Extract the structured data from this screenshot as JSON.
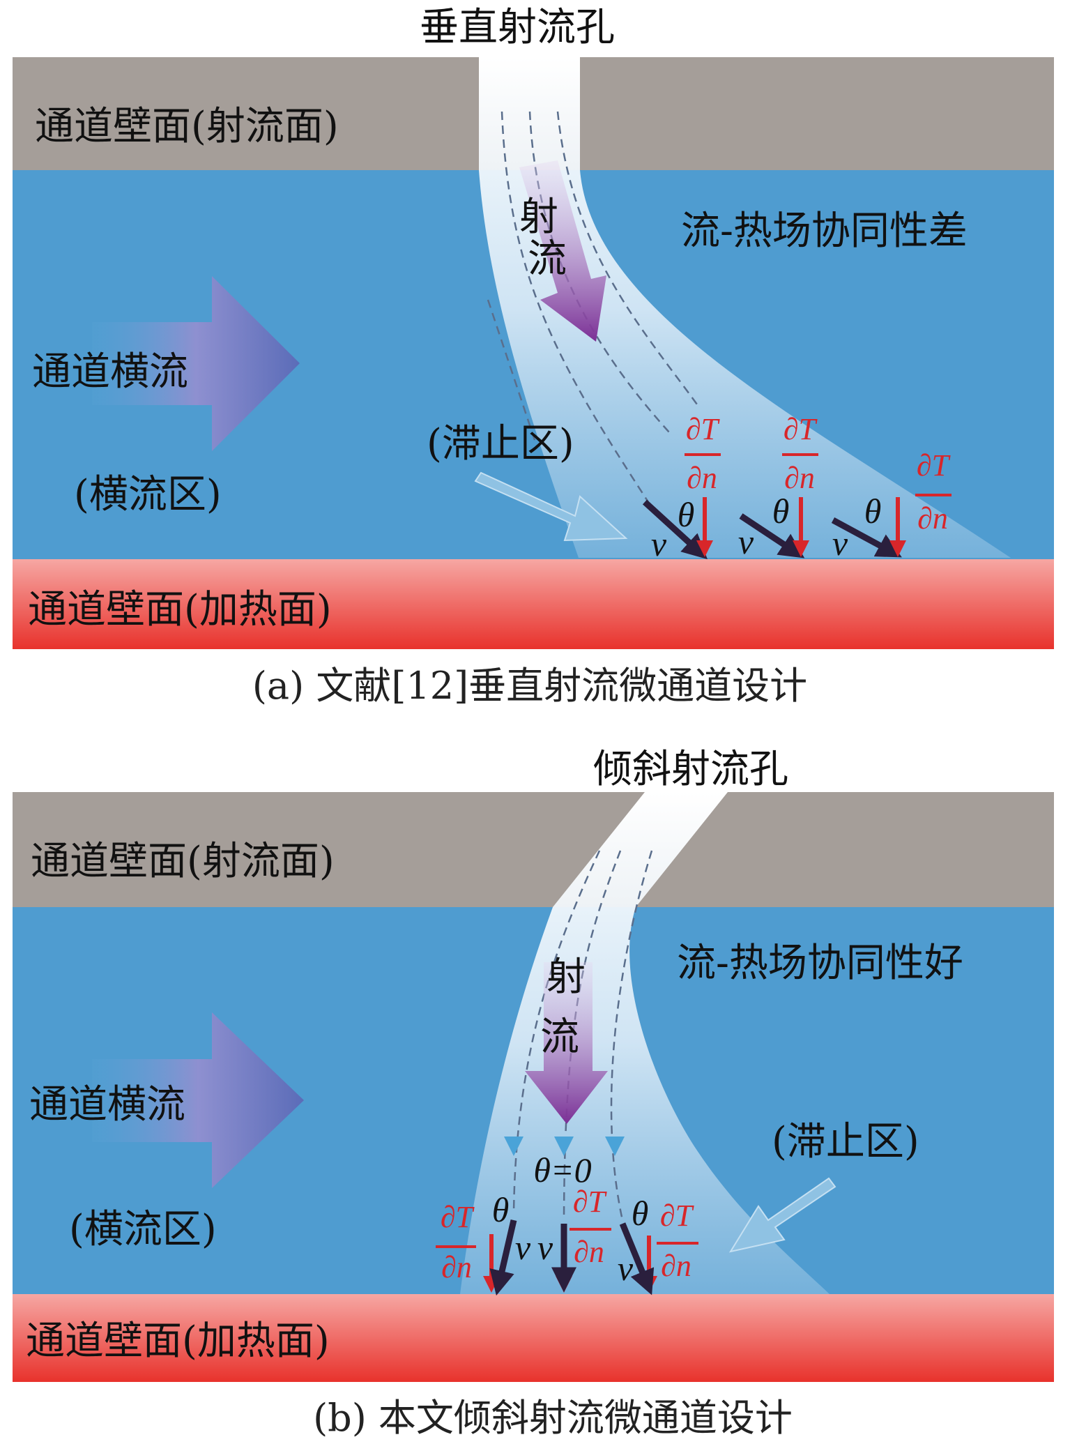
{
  "panel_a": {
    "hole_title": "垂直射流孔",
    "jet_wall_label": "通道壁面(射流面)",
    "jet_label": [
      "射",
      "流"
    ],
    "synergy_label": "流-热场协同性差",
    "crossflow_label": "通道横流",
    "crossflow_zone": "(横流区)",
    "stagnation_zone": "(滞止区)",
    "heated_wall_label": "通道壁面(加热面)",
    "caption": "(a) 文献[12]垂直射流微通道设计"
  },
  "panel_b": {
    "hole_title": "倾斜射流孔",
    "jet_wall_label": "通道壁面(射流面)",
    "jet_label": [
      "射",
      "流"
    ],
    "synergy_label": "流-热场协同性好",
    "crossflow_label": "通道横流",
    "crossflow_zone": "(横流区)",
    "stagnation_zone": "(滞止区)",
    "heated_wall_label": "通道壁面(加热面)",
    "theta_zero": "θ=0",
    "caption": "(b) 本文倾斜射流微通道设计"
  },
  "math": {
    "dT": "∂T",
    "dn": "∂n",
    "theta": "θ",
    "v": "v"
  },
  "colors": {
    "wall_gray": "#a59e99",
    "channel_blue": "#4f9cd0",
    "heated_red": "#e8322c",
    "jet_arrow_purple": "#8a3d9e",
    "gradient_red": "#d8262a",
    "velocity_dark": "#2a1f3d"
  }
}
